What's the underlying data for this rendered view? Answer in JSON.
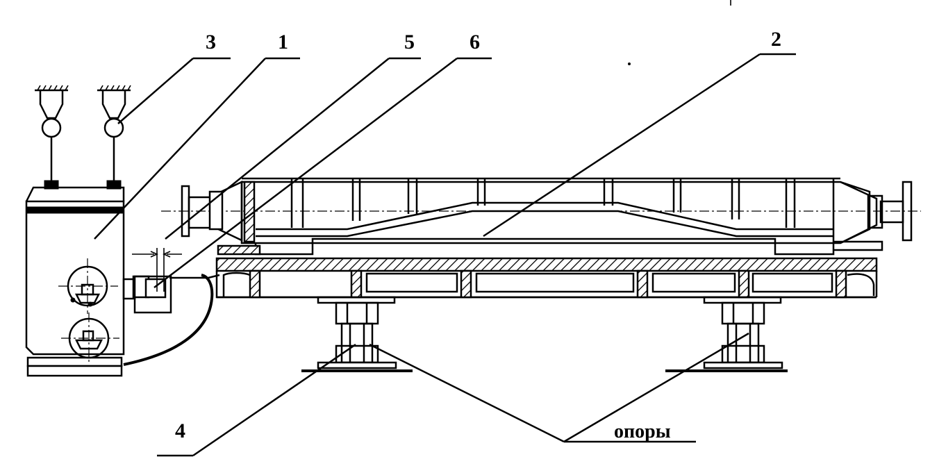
{
  "labels": {
    "l1": "1",
    "l2": "2",
    "l3": "3",
    "l4": "4",
    "l5": "5",
    "l6": "6",
    "supports": "опоры"
  },
  "colors": {
    "ink": "#000000",
    "paper": "#ffffff"
  }
}
